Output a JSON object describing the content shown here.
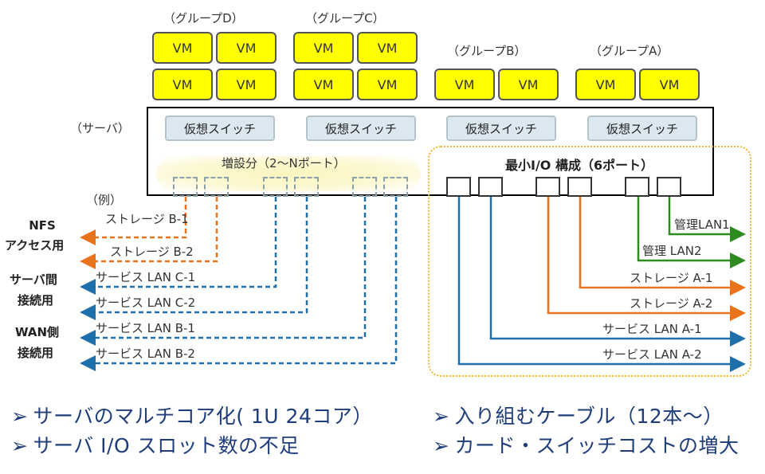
{
  "groups": [
    {
      "label": "（グループD）",
      "vm_label": "VM"
    },
    {
      "label": "（グループC）",
      "vm_label": "VM"
    },
    {
      "label": "（グループB）",
      "vm_label": "VM"
    },
    {
      "label": "（グループA）",
      "vm_label": "VM"
    }
  ],
  "vm_label": "VM",
  "server_label": "（サーバ）",
  "vswitch_label": "仮想スイッチ",
  "expansion_label": "増設分（2～Nポート）",
  "min_io_label": "最小I/O 構成（6ポート）",
  "example_label": "（例）",
  "left_categories": {
    "nfs": [
      "NFS",
      "アクセス用"
    ],
    "inter": [
      "サーバ間",
      "接続用"
    ],
    "wan": [
      "WAN側",
      "接続用"
    ]
  },
  "left_links": [
    {
      "label": "ストレージ B-1",
      "color": "#e8731c"
    },
    {
      "label": "ストレージ B-2",
      "color": "#e8731c"
    },
    {
      "label": "サービス LAN C-1",
      "color": "#1f6fab"
    },
    {
      "label": "サービス LAN C-2",
      "color": "#1f6fab"
    },
    {
      "label": "サービス LAN B-1",
      "color": "#1f6fab"
    },
    {
      "label": "サービス LAN B-2",
      "color": "#1f6fab"
    }
  ],
  "right_links": [
    {
      "label": "管理LAN1",
      "color": "#2e8b1f"
    },
    {
      "label": "管理 LAN2",
      "color": "#2e8b1f"
    },
    {
      "label": "ストレージ A-1",
      "color": "#e8731c"
    },
    {
      "label": "ストレージ A-2",
      "color": "#e8731c"
    },
    {
      "label": "サービス LAN A-1",
      "color": "#1f6fab"
    },
    {
      "label": "サービス LAN A-2",
      "color": "#1f6fab"
    }
  ],
  "bullets": {
    "left": [
      "サーバのマルチコア化( 1U 24コア）",
      "サーバ I/O スロット数の不足"
    ],
    "right": [
      "入り組むケーブル（12本～）",
      "カード・スイッチコストの増大"
    ],
    "marker": "➢"
  },
  "colors": {
    "orange": "#e8731c",
    "blue": "#1f6fab",
    "green": "#2e8b1f",
    "vm_yellow": "#ffff00",
    "min_io_border": "#f4b63a"
  }
}
